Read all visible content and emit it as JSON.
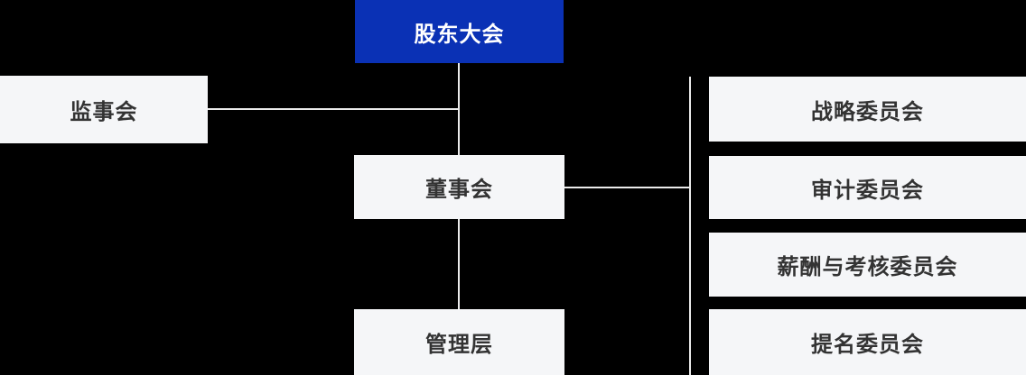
{
  "org_chart": {
    "nodes": {
      "shareholders": {
        "label": "股东大会"
      },
      "supervisory": {
        "label": "监事会"
      },
      "board": {
        "label": "董事会"
      },
      "management": {
        "label": "管理层"
      },
      "strategy": {
        "label": "战略委员会"
      },
      "audit": {
        "label": "审计委员会"
      },
      "remuneration": {
        "label": "薪酬与考核委员会"
      },
      "nomination": {
        "label": "提名委员会"
      }
    },
    "edges": [
      {
        "from": "shareholders",
        "to": "board"
      },
      {
        "from": "board",
        "to": "management"
      },
      {
        "from": "supervisory",
        "to": "board"
      },
      {
        "from": "board",
        "to": "strategy"
      },
      {
        "from": "board",
        "to": "audit"
      },
      {
        "from": "board",
        "to": "remuneration"
      },
      {
        "from": "board",
        "to": "nomination"
      }
    ],
    "colors": {
      "accent": "#0a31b5",
      "node_background": "#f5f6f8",
      "node_text": "#333333",
      "accent_text": "#ffffff",
      "connector": "#ebebeb",
      "background": "#000000"
    }
  }
}
